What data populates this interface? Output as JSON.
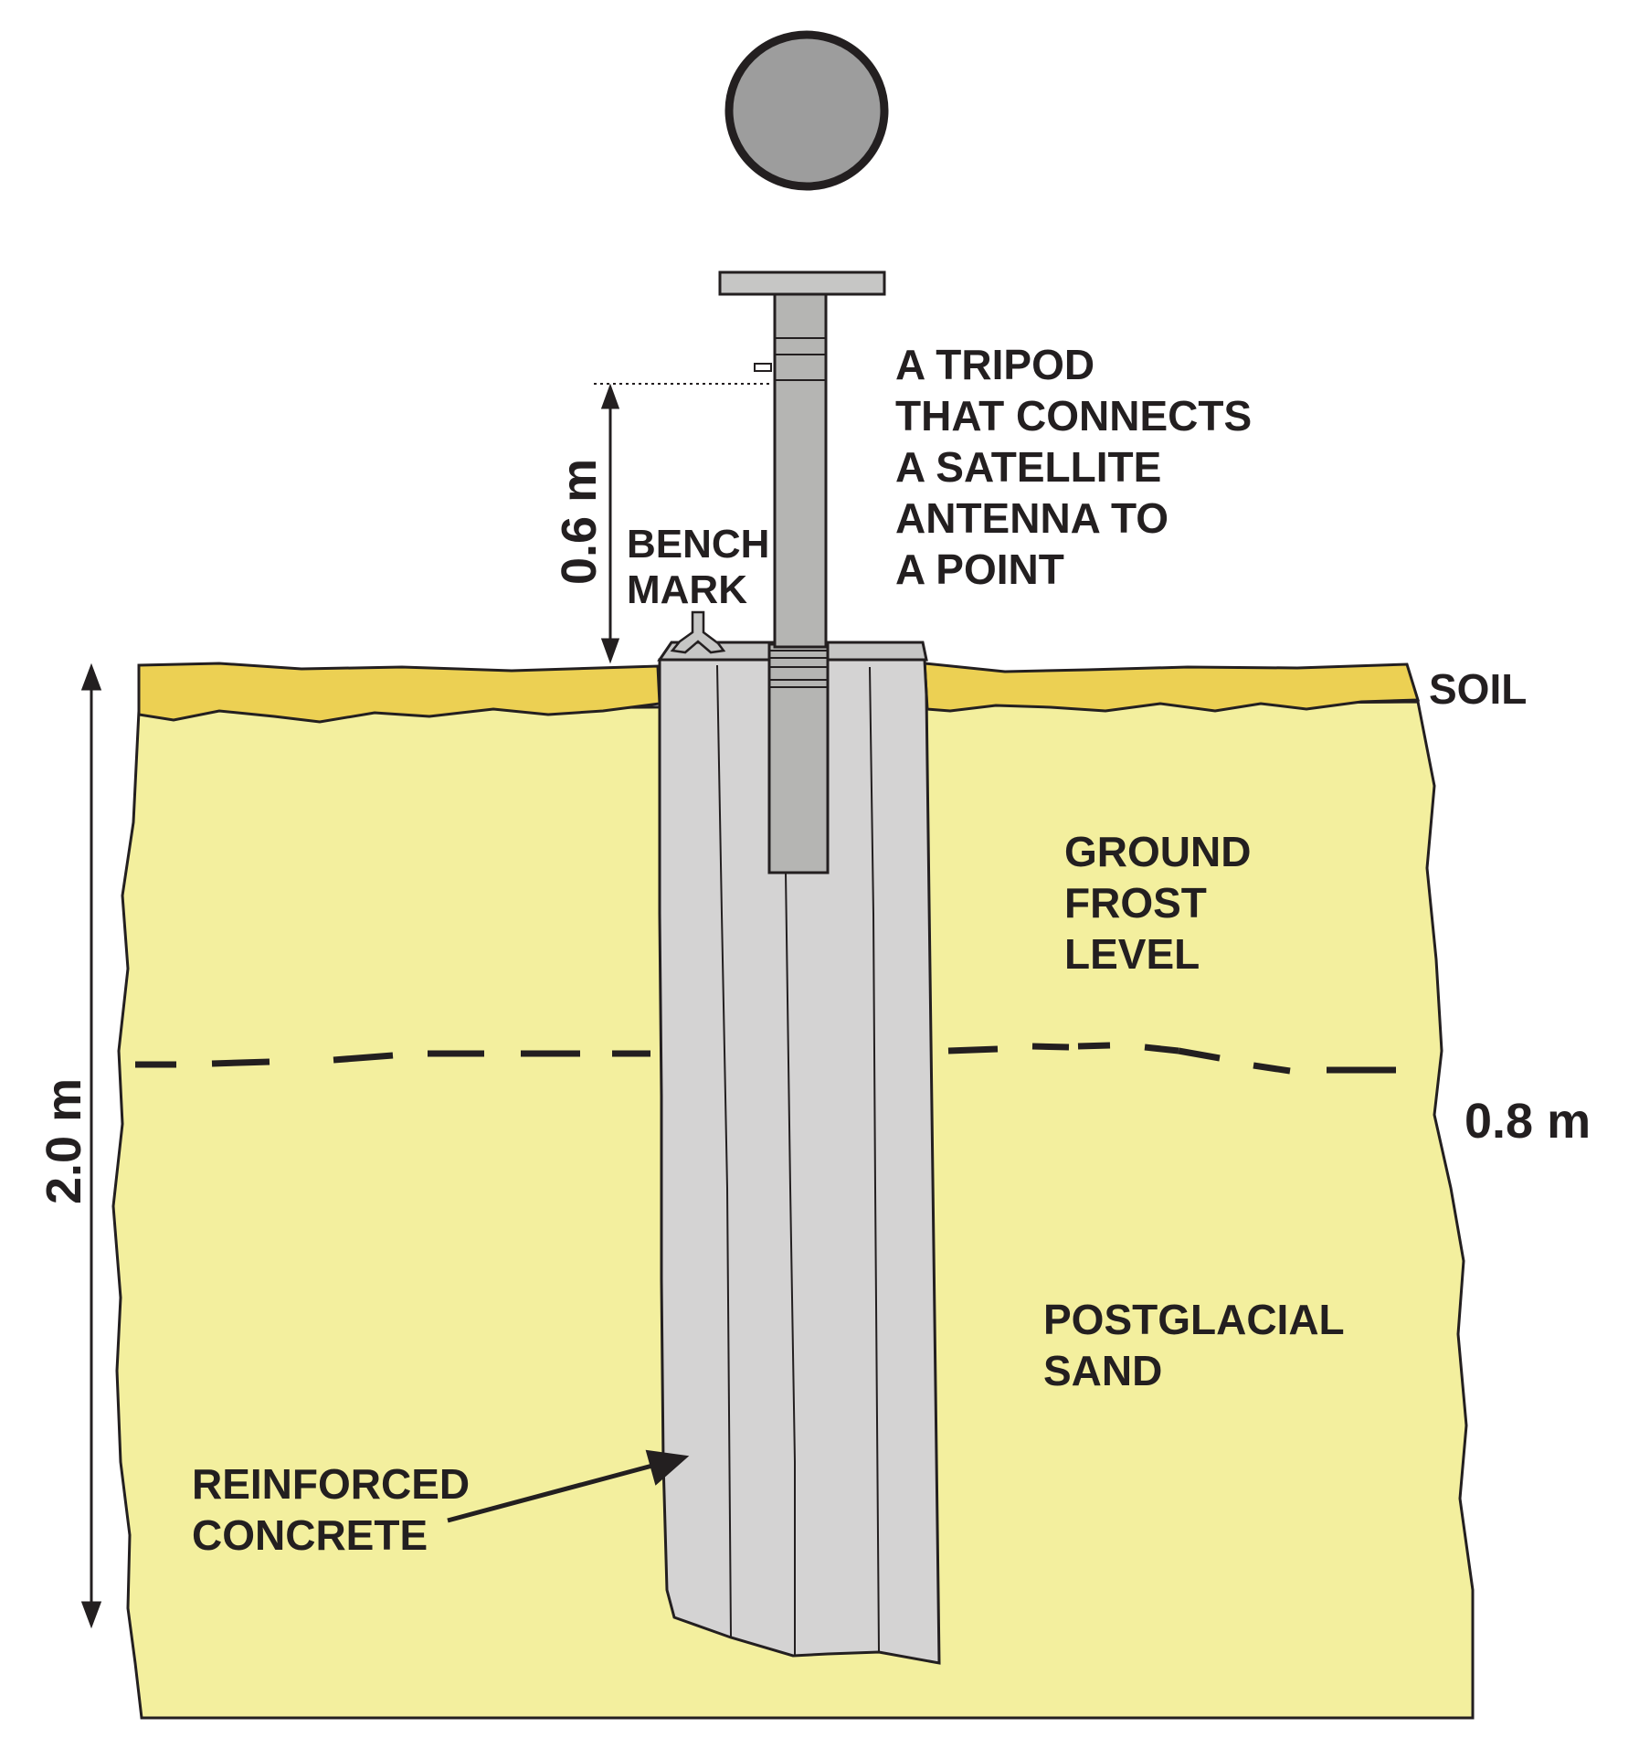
{
  "labels": {
    "tripod": [
      "A TRIPOD",
      "THAT CONNECTS",
      "A SATELLITE",
      "ANTENNA TO",
      "A POINT"
    ],
    "bench_mark": [
      "BENCH",
      "MARK"
    ],
    "soil": "SOIL",
    "ground_frost_level": [
      "GROUND",
      "FROST",
      "LEVEL"
    ],
    "postglacial_sand": [
      "POSTGLACIAL",
      "SAND"
    ],
    "reinforced_concrete": [
      "REINFORCED",
      "CONCRETE"
    ]
  },
  "dimensions": {
    "pillar_height": "0.6 m",
    "total_depth": "2.0 m",
    "frost_depth": "0.8 m"
  },
  "colors": {
    "sand": "#f3ef9e",
    "soil": "#ecd053",
    "concrete": "#d4d3d3",
    "metal": "#b5b5b3",
    "antenna": "#9d9d9d",
    "outline": "#231f20"
  }
}
